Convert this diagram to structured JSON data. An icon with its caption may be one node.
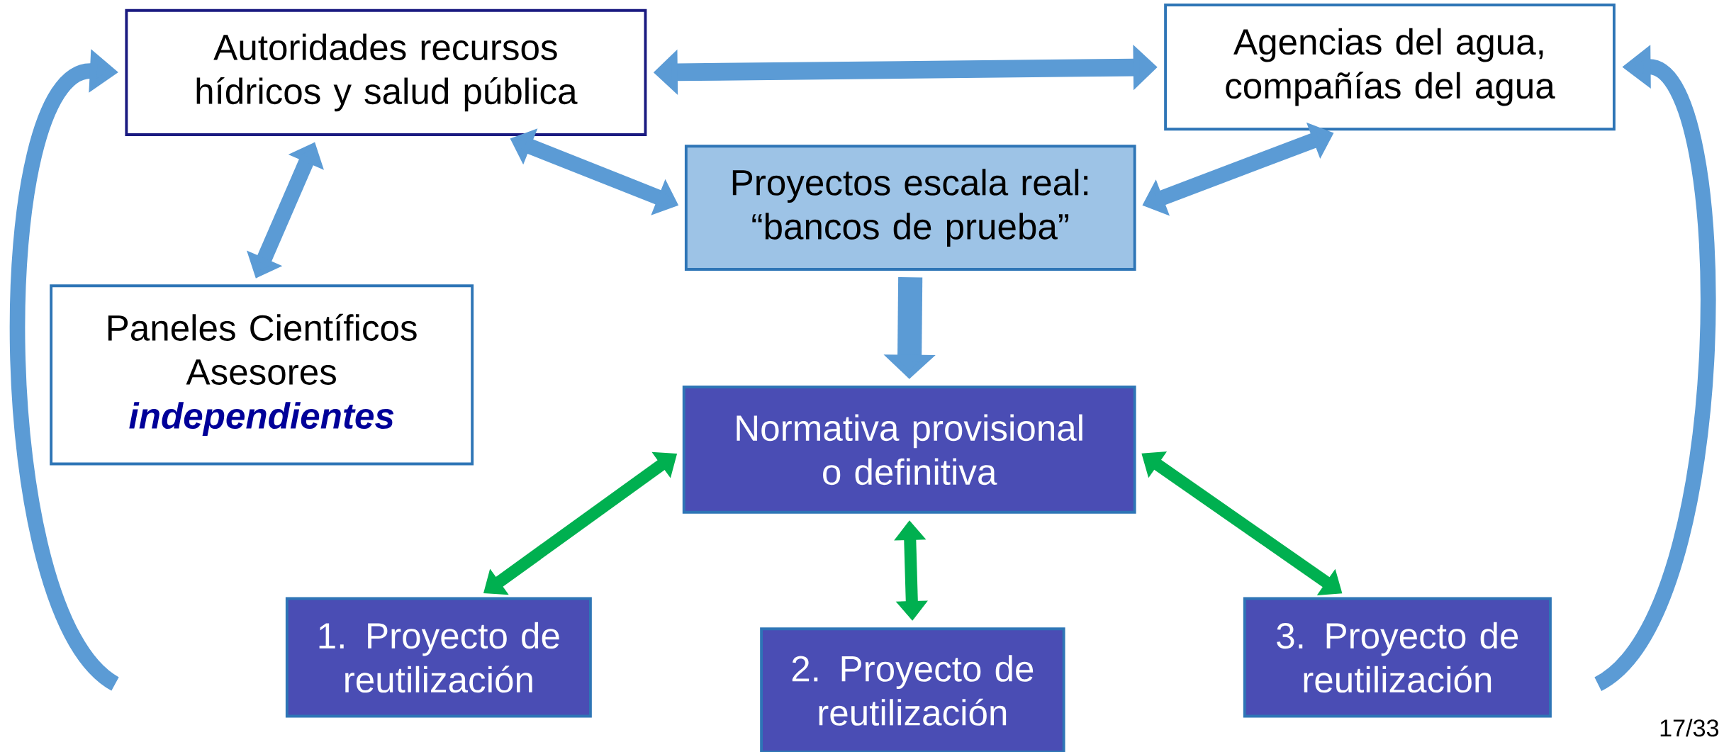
{
  "diagram": {
    "nodes": [
      {
        "text": [
          "Autoridades recursos hídricos y salud pública"
        ]
      },
      {
        "text": [
          "Agencias del agua, compañías del agua"
        ]
      },
      {
        "text": [
          "Proyectos escala real: “bancos de prueba”"
        ]
      },
      {
        "text": [
          "Paneles Científicos Asesores",
          "independientes"
        ]
      },
      {
        "text": [
          "Normativa provisional o definitiva"
        ]
      },
      {
        "text": [
          "1. Proyecto de reutilización"
        ]
      },
      {
        "text": [
          "2. Proyecto de reutilización"
        ]
      },
      {
        "text": [
          "3. Proyecto de reutilización"
        ]
      }
    ],
    "edges": [
      {
        "from": 0,
        "to": 1,
        "arrow": "both"
      },
      {
        "from": 0,
        "to": 3,
        "arrow": "both"
      },
      {
        "from": 0,
        "to": 2,
        "arrow": "both"
      },
      {
        "from": 1,
        "to": 2,
        "arrow": "both"
      },
      {
        "from": 2,
        "to": 4,
        "arrow": "to"
      },
      {
        "from": 4,
        "to": 5,
        "arrow": "both",
        "color": "#00b050"
      },
      {
        "from": 4,
        "to": 6,
        "arrow": "both",
        "color": "#00b050"
      },
      {
        "from": 4,
        "to": 7,
        "arrow": "both",
        "color": "#00b050"
      },
      {
        "from": null,
        "to": 0,
        "arrow": "to"
      },
      {
        "from": null,
        "to": 1,
        "arrow": "to"
      }
    ],
    "labels": [
      "17/33"
    ]
  }
}
